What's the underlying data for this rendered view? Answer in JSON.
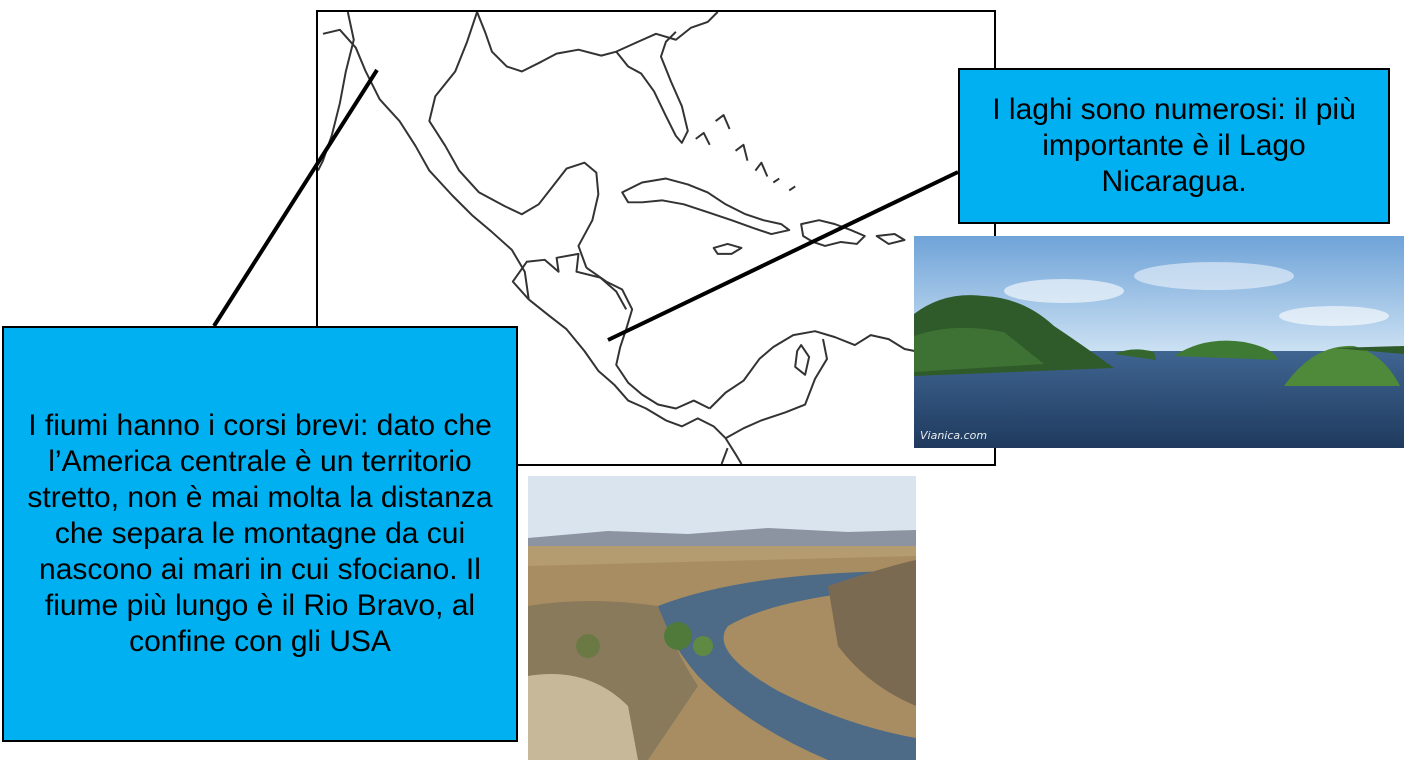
{
  "callouts": {
    "lakes": "I laghi sono numerosi: il più importante è il Lago Nicaragua.",
    "rivers": "I fiumi hanno i corsi brevi: dato che l’America centrale è un territorio stretto, non è mai molta la distanza che separa le montagne da cui nascono ai mari in cui sfociano. Il fiume più lungo è il Rio Bravo, al confine con gli USA"
  },
  "photos": {
    "lake_watermark": "Vianica.com"
  },
  "colors": {
    "callout_fill": "#00b0f0",
    "border": "#000000",
    "map_outline": "#333333",
    "water": "#2e4f7a",
    "sky": "#9ec4e8"
  }
}
